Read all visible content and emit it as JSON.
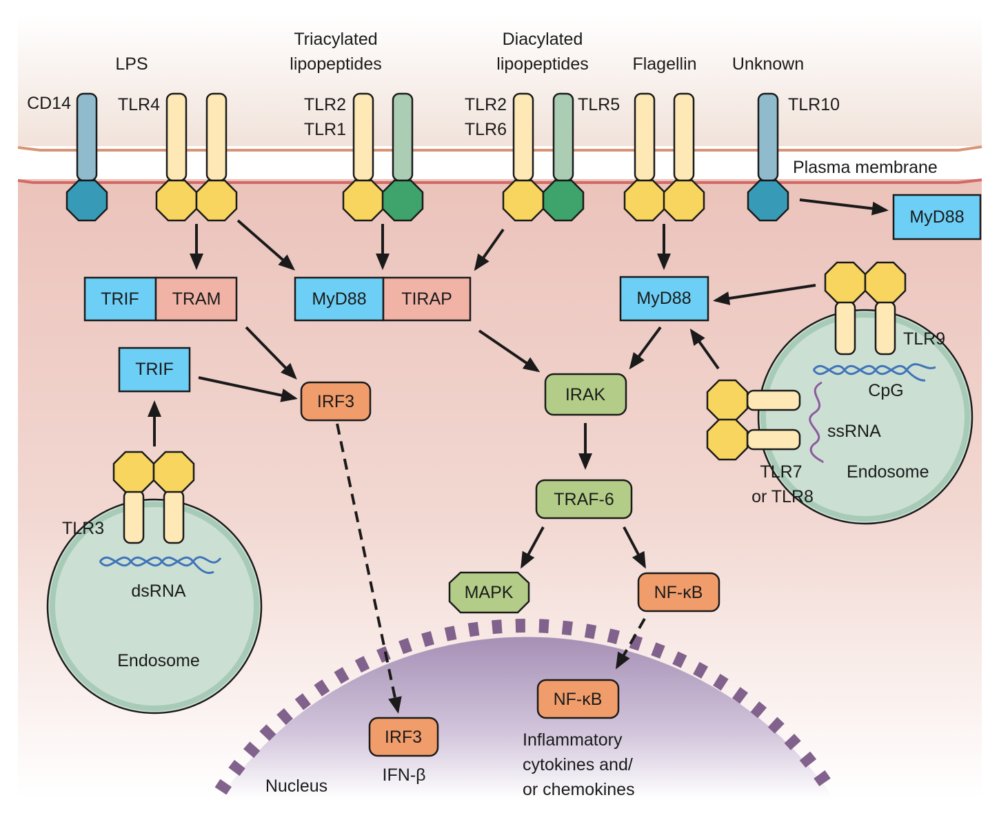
{
  "figure": {
    "colors": {
      "tlr_stalk_yellow": "#fde8b6",
      "tlr_tir_yellow": "#f7d55e",
      "tlr_stalk_green": "#aacdb4",
      "tlr_tir_green": "#3fa36c",
      "cd14_stalk": "#8fbbcc",
      "cd14_tir": "#379bb8",
      "adaptor_blue": "#6dcff6",
      "adaptor_pink": "#f0b3a6",
      "kinase_green": "#b3cd88",
      "transcription_orange": "#f19d6b",
      "endosome_fill": "#cbdfd3",
      "endosome_rim": "#a7cbb7",
      "nucleus_fill": "#a893b8",
      "nuclear_pore": "#81628c",
      "outer_membrane_line": "#d99476",
      "inner_membrane_line": "#d46a66",
      "cytoplasm": "#edc6be",
      "dna_blue": "#3f74b8",
      "ssrna_purple": "#8c5a9e"
    },
    "ligands": {
      "lps": "LPS",
      "triacylated_1": "Triacylated",
      "triacylated_2": "lipopeptides",
      "diacylated_1": "Diacylated",
      "diacylated_2": "lipopeptides",
      "flagellin": "Flagellin",
      "unknown": "Unknown"
    },
    "receptors": {
      "cd14": "CD14",
      "tlr4": "TLR4",
      "tlr2_a": "TLR2",
      "tlr1": "TLR1",
      "tlr2_b": "TLR2",
      "tlr6": "TLR6",
      "tlr5": "TLR5",
      "tlr10": "TLR10",
      "tlr3": "TLR3",
      "tlr9": "TLR9",
      "tlr78_1": "TLR7",
      "tlr78_2": "or TLR8"
    },
    "compartments": {
      "plasma_membrane": "Plasma membrane",
      "endosome_left": "Endosome",
      "endosome_right": "Endosome",
      "nucleus": "Nucleus"
    },
    "nucleic_acids": {
      "dsrna": "dsRNA",
      "cpg": "CpG",
      "ssrna": "ssRNA"
    },
    "nodes": {
      "trif_complex": "TRIF",
      "tram": "TRAM",
      "myd88_complex": "MyD88",
      "tirap": "TIRAP",
      "myd88_tlr10": "MyD88",
      "myd88_right": "MyD88",
      "trif_single": "TRIF",
      "irf3_cyto": "IRF3",
      "irak": "IRAK",
      "traf6": "TRAF-6",
      "mapk": "MAPK",
      "nfkb_cyto": "NF-κB",
      "nfkb_nuc": "NF-κB",
      "irf3_nuc": "IRF3"
    },
    "outputs": {
      "ifnb": "IFN-β",
      "inflammatory_1": "Inflammatory",
      "inflammatory_2": "cytokines and/",
      "inflammatory_3": "or chemokines"
    }
  }
}
